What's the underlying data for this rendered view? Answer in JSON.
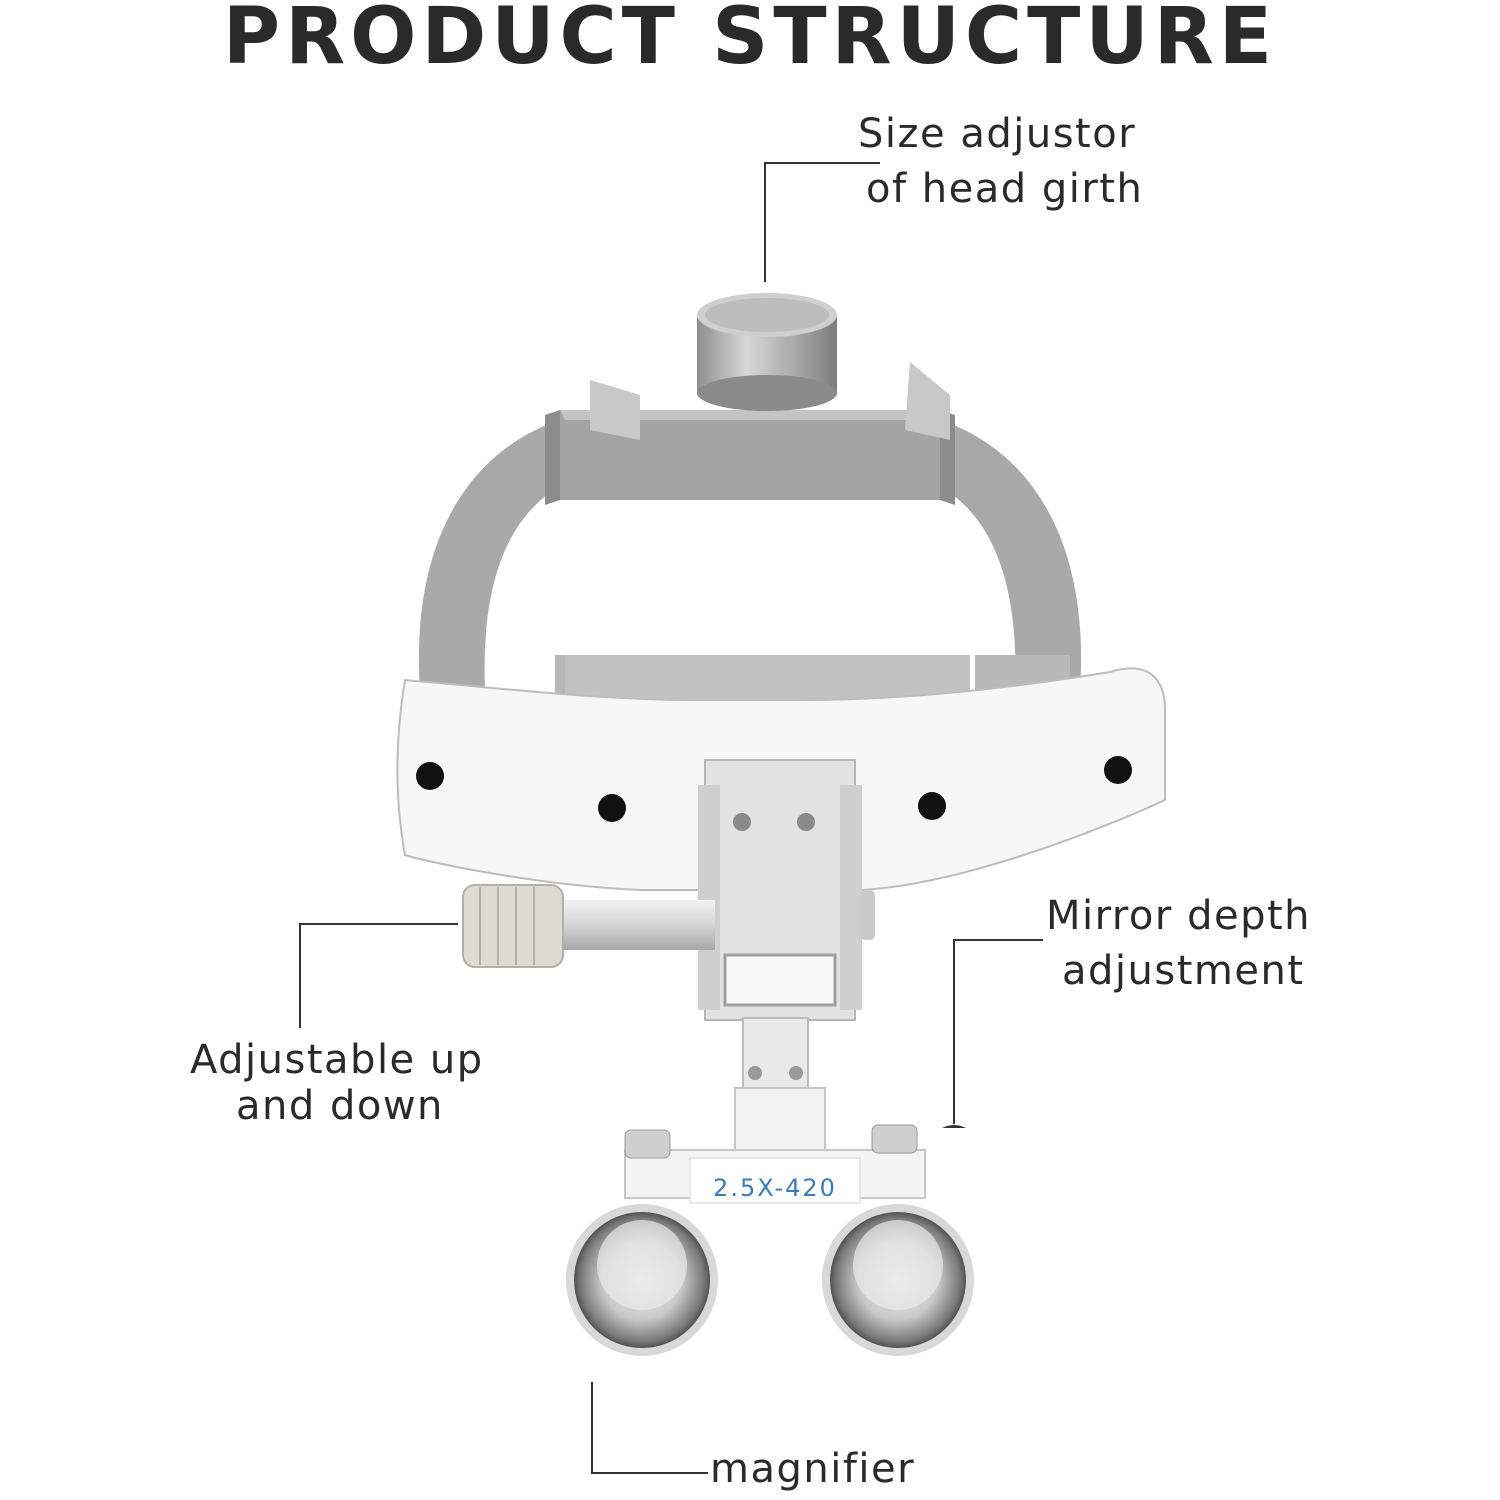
{
  "title": "PRODUCT STRUCTURE",
  "labels": {
    "size_adjustor": [
      "Size adjustor",
      "of head girth"
    ],
    "mirror_depth": [
      "Mirror depth",
      "adjustment"
    ],
    "adjustable": [
      "Adjustable up",
      "and down"
    ],
    "magnifier": "magnifier"
  },
  "model_text": "2.5X-420",
  "colors": {
    "strap_gray": "#a9a9a9",
    "leather_white": "#f7f7f7",
    "text": "#2a2a2a",
    "model_blue": "#3a7bc0",
    "rivet": "#111111"
  }
}
